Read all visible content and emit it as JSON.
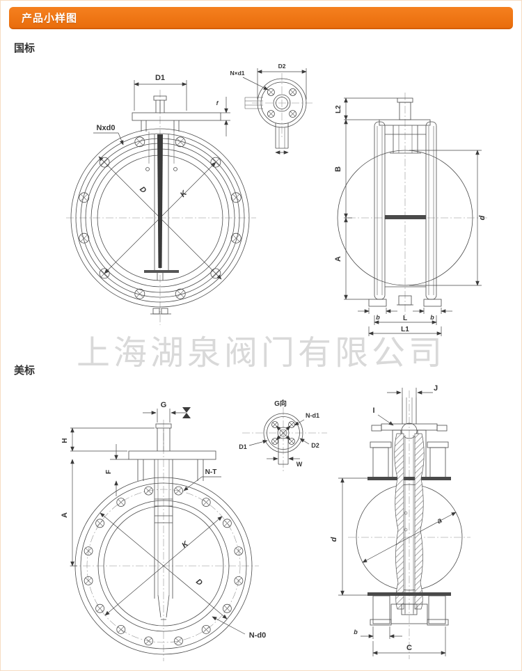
{
  "header": {
    "title": "产品小样图"
  },
  "sections": {
    "gb": "国标",
    "us": "美标"
  },
  "watermark": "上海湖泉阀门有限公司",
  "colors": {
    "accent": "#ee7512",
    "accent_dark": "#d55e03",
    "watermark": "#d9d9d9",
    "line": "#4a4a4a"
  },
  "gb": {
    "front": {
      "d1": "D1",
      "f": "f",
      "nxd0": "Nxd0",
      "d": "D",
      "k": "K"
    },
    "flange_view": {
      "d2": "D2",
      "nxd1": "N×d1"
    },
    "side": {
      "l2": "L2",
      "b": "B",
      "a": "A",
      "d": "d",
      "b_left": "b",
      "b_right": "b",
      "l": "L",
      "l1": "L1"
    }
  },
  "us": {
    "front": {
      "g": "G",
      "h": "H",
      "f": "F",
      "a": "A",
      "nt": "N-T",
      "k": "K",
      "d": "D",
      "nd0": "N-d0"
    },
    "flange_view": {
      "title": "G向",
      "nd1": "N-d1",
      "d1": "D1",
      "d2": "D2",
      "w": "W"
    },
    "side": {
      "j": "J",
      "i": "I",
      "d": "d",
      "a": "a",
      "b": "b",
      "c": "C"
    }
  }
}
